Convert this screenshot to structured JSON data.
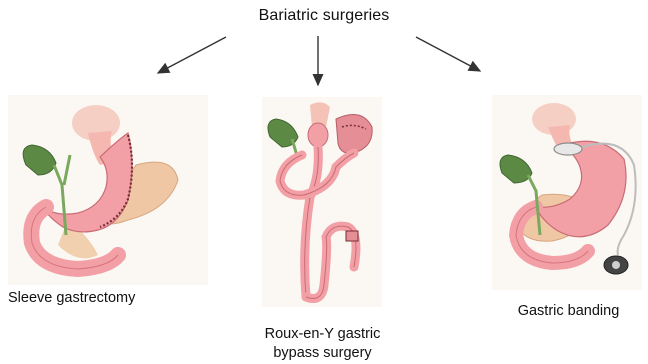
{
  "title": "Bariatric surgeries",
  "procedures": [
    {
      "id": "sleeve",
      "label": "Sleeve gastrectomy"
    },
    {
      "id": "roux",
      "label_line1": "Roux-en-Y gastric",
      "label_line2": "bypass surgery"
    },
    {
      "id": "band",
      "label": "Gastric banding"
    }
  ],
  "colors": {
    "stomach": "#f2a0a6",
    "stomach_dark": "#d9737c",
    "pancreas": "#efc7a4",
    "gallbladder": "#5c8a45",
    "esophagus": "#f4c2b6",
    "arrow": "#333333",
    "staples": "#7a2d36"
  }
}
